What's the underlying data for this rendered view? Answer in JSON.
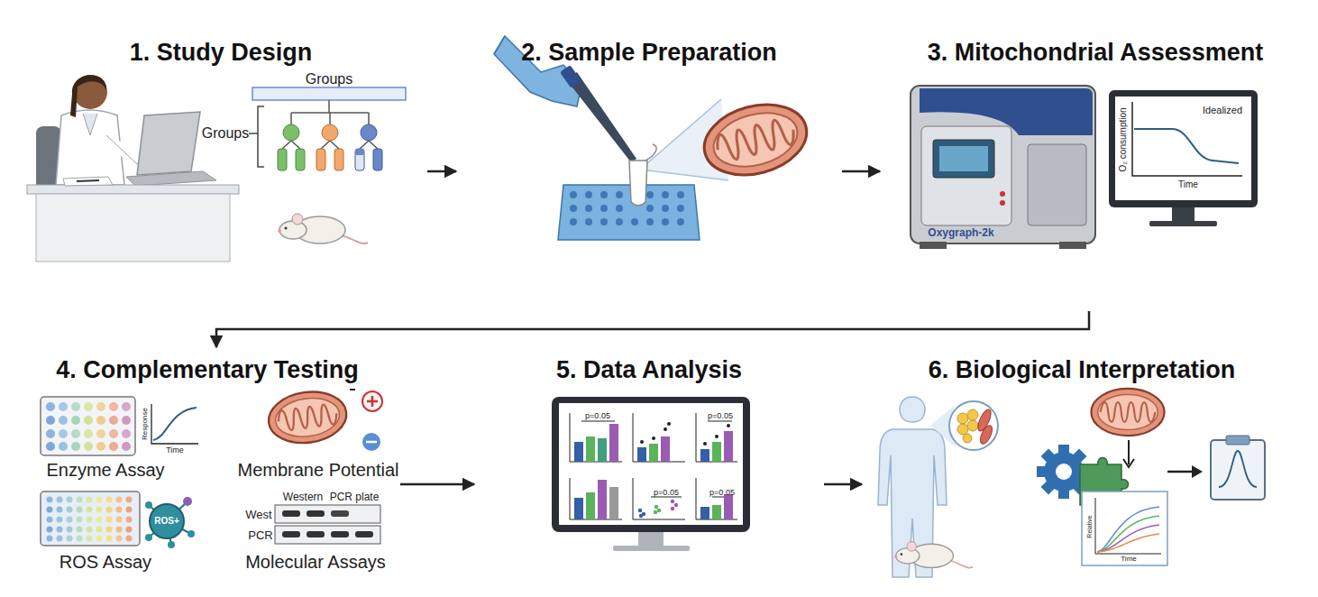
{
  "diagram": {
    "nodes": [
      {
        "text": [
          "1. Study Design"
        ]
      },
      {
        "text": [
          "2. Sample Preparation"
        ]
      },
      {
        "text": [
          "3. Mitochondrial Assessment"
        ]
      },
      {
        "text": [
          "4. Complementary Testing"
        ]
      },
      {
        "text": [
          "5. Data Analysis"
        ]
      },
      {
        "text": [
          "6. Biological Interpretation"
        ]
      }
    ],
    "edges": [
      {
        "from": 0,
        "to": 1,
        "arrow": "to"
      },
      {
        "from": 1,
        "to": 2,
        "arrow": "to"
      },
      {
        "from": 2,
        "to": 3,
        "arrow": "to"
      },
      {
        "from": 3,
        "to": 4,
        "arrow": "to"
      },
      {
        "from": 4,
        "to": 5,
        "arrow": "to"
      }
    ],
    "labels": [
      "Groups",
      "Groups",
      "Idealized",
      "O₂ consumption",
      "Time",
      "Oxygraph-2k",
      "Response",
      "Time",
      "Enzyme Assay",
      "Membrane Potential",
      "ROS+",
      "ROS Assay",
      "Western",
      "PCR plate",
      "West",
      "PCR",
      "Molecular Assays",
      "p=0.05",
      "p=0.05",
      "p=0.05",
      "p=0.05",
      "Relative",
      "Time"
    ]
  }
}
